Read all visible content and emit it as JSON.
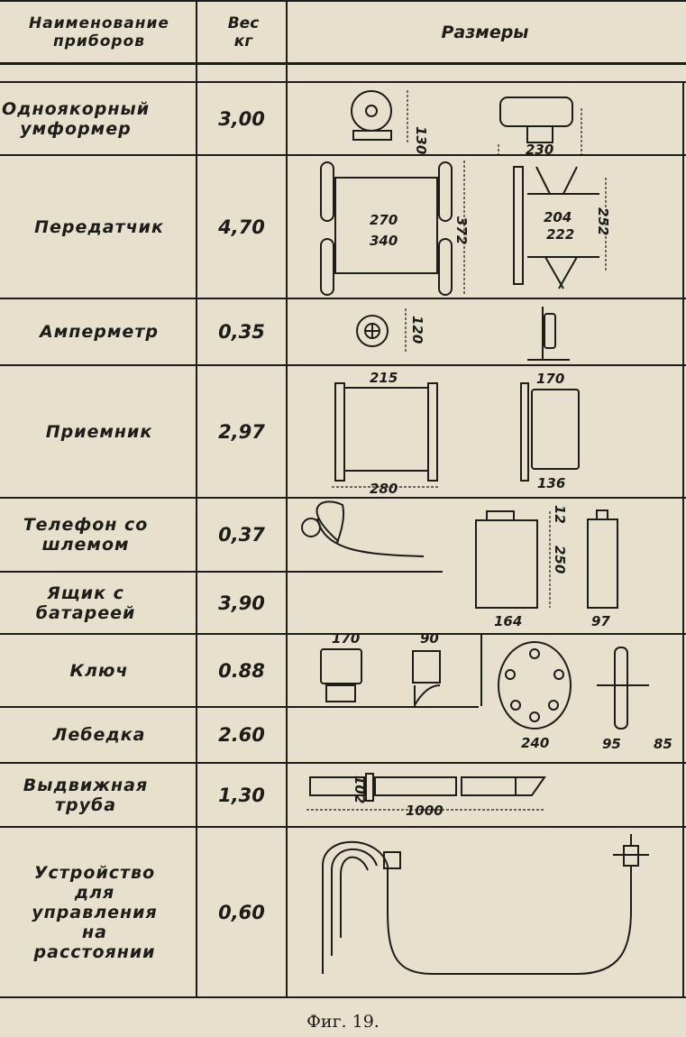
{
  "header": {
    "name": "Наименование приборов",
    "weight": "Вес кг",
    "sizes": "Размеры"
  },
  "rows": [
    {
      "name": "Одноякорный умформер",
      "weight": "3,00"
    },
    {
      "name": "Передатчик",
      "weight": "4,70"
    },
    {
      "name": "Амперметр",
      "weight": "0,35"
    },
    {
      "name": "Приемник",
      "weight": "2,97"
    },
    {
      "name": "Телефон со шлемом",
      "weight": "0,37"
    },
    {
      "name": "Ящик с батареей",
      "weight": "3,90"
    },
    {
      "name": "Ключ",
      "weight": "0.88"
    },
    {
      "name": "Лебедка",
      "weight": "2.60"
    },
    {
      "name": "Выдвижная труба",
      "weight": "1,30"
    },
    {
      "name": "Устройство для управления на расстоянии",
      "weight": "0,60"
    }
  ],
  "dims": {
    "umformer": [
      "130",
      "230"
    ],
    "transmitter": [
      "270",
      "340",
      "372",
      "204",
      "222",
      "252"
    ],
    "ammeter": [
      "120"
    ],
    "receiver": [
      "215",
      "280",
      "170",
      "136"
    ],
    "battery": [
      "12",
      "250",
      "164",
      "97"
    ],
    "key": [
      "170",
      "90"
    ],
    "winch": [
      "240",
      "95",
      "85"
    ],
    "pipe": [
      "102",
      "1000"
    ]
  },
  "caption": "Фиг. 19."
}
